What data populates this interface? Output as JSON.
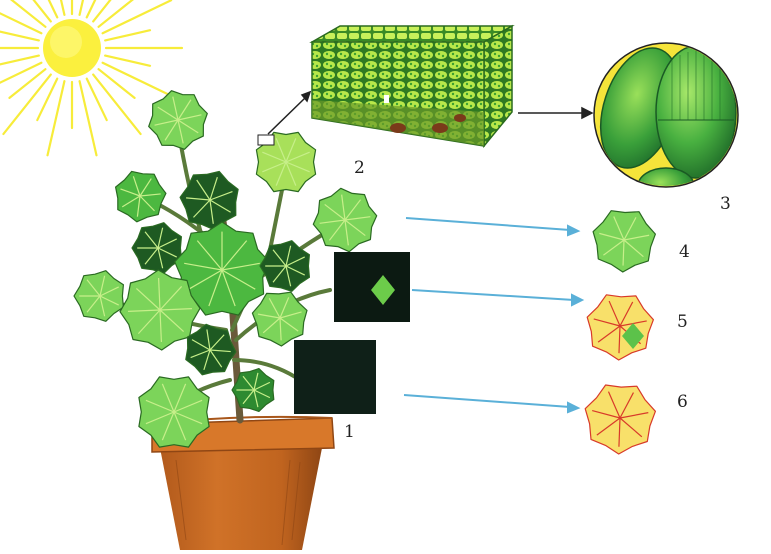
{
  "labels": {
    "one": "1",
    "two": "2",
    "three": "3",
    "four": "4",
    "five": "5",
    "six": "6"
  },
  "colors": {
    "sun": "#f7ec3a",
    "sun_core": "#fbf25a",
    "leaf_light": "#7cd45a",
    "leaf_mid": "#4cb840",
    "leaf_dark": "#1e5a22",
    "vein": "#c7ef8a",
    "pot": "#c86a22",
    "pot_rim": "#d8782a",
    "screen": "#0c1a12",
    "arrow_blue": "#5ab0d8",
    "leaf_yellow": "#f8e06a",
    "leaf_red_vein": "#d83a2a",
    "chloro_bg": "#f5e43a"
  }
}
